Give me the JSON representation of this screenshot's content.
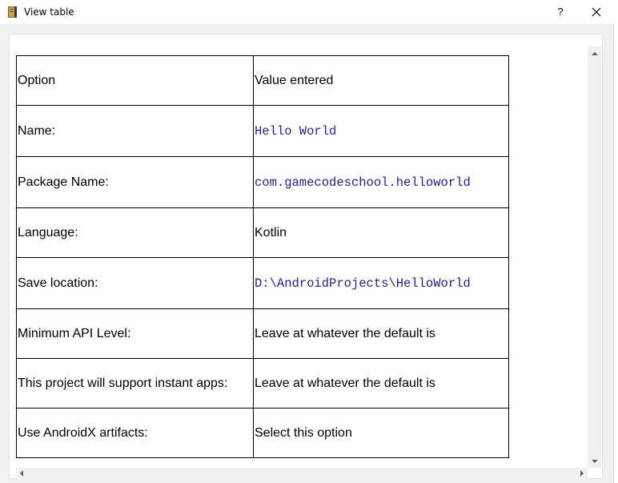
{
  "window": {
    "title": "View table",
    "icon": "book-icon",
    "help_label": "?",
    "close_label": "✕"
  },
  "table": {
    "rows": [
      {
        "option": "Option",
        "value": "Value entered",
        "value_style": "normal"
      },
      {
        "option": "Name:",
        "value": "Hello World",
        "value_style": "mono"
      },
      {
        "option": "Package Name:",
        "value": "com.gamecodeschool.helloworld",
        "value_style": "mono"
      },
      {
        "option": "Language:",
        "value": "Kotlin",
        "value_style": "normal"
      },
      {
        "option": "Save location:",
        "value": "D:\\AndroidProjects\\HelloWorld",
        "value_style": "mono"
      },
      {
        "option": "Minimum API Level:",
        "value": "Leave at whatever the default is",
        "value_style": "normal"
      },
      {
        "option": "This project will support instant apps:",
        "value": "Leave at whatever the default is",
        "value_style": "normal"
      },
      {
        "option": "Use AndroidX artifacts:",
        "value": "Select this option",
        "value_style": "normal"
      }
    ]
  },
  "colors": {
    "mono_text": "#1f1f8f",
    "border": "#000000",
    "chrome": "#f0f0f0"
  }
}
